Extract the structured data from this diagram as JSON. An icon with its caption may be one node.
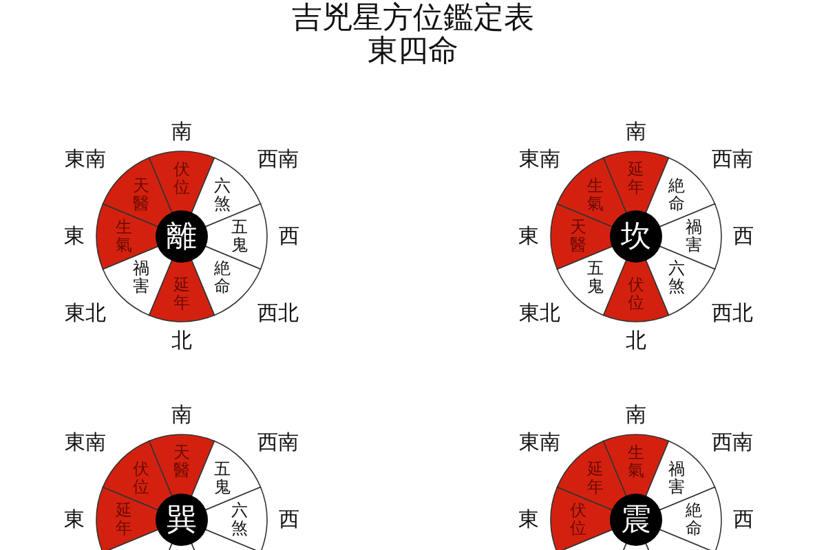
{
  "diagram": {
    "title": "吉兇星方位鑑定表",
    "nodes": [
      {
        "text": [],
        "shape": "circle"
      },
      {
        "text": [
          "伏位"
        ],
        "in": 0
      },
      {
        "text": [
          "六煞"
        ],
        "in": 0
      },
      {
        "text": [
          "五鬼"
        ],
        "in": 0
      },
      {
        "text": [
          "絶命"
        ],
        "in": 0
      },
      {
        "text": [
          "延年"
        ],
        "in": 0
      },
      {
        "text": [
          "禍害"
        ],
        "in": 0
      },
      {
        "text": [
          "生氣"
        ],
        "in": 0
      },
      {
        "text": [
          "天醫"
        ],
        "in": 0
      },
      {
        "text": [
          "離"
        ],
        "in": 0
      },
      {
        "text": [],
        "shape": "circle"
      },
      {
        "text": [
          "延年"
        ],
        "in": 10
      },
      {
        "text": [
          "絶命"
        ],
        "in": 10
      },
      {
        "text": [
          "禍害"
        ],
        "in": 10
      },
      {
        "text": [
          "六煞"
        ],
        "in": 10
      },
      {
        "text": [
          "伏位"
        ],
        "in": 10
      },
      {
        "text": [
          "五鬼"
        ],
        "in": 10
      },
      {
        "text": [
          "天醫"
        ],
        "in": 10
      },
      {
        "text": [
          "生氣"
        ],
        "in": 10
      },
      {
        "text": [
          "坎"
        ],
        "in": 10
      },
      {
        "text": [],
        "shape": "circle"
      },
      {
        "text": [
          "天醫"
        ],
        "in": 20
      },
      {
        "text": [
          "五鬼"
        ],
        "in": 20
      },
      {
        "text": [
          "六煞"
        ],
        "in": 20
      },
      {
        "text": [
          "延年"
        ],
        "in": 20
      },
      {
        "text": [
          "伏位"
        ],
        "in": 20
      },
      {
        "text": [
          "巽"
        ],
        "in": 20
      },
      {
        "text": [],
        "shape": "circle"
      },
      {
        "text": [
          "生氣"
        ],
        "in": 27
      },
      {
        "text": [
          "禍害"
        ],
        "in": 27
      },
      {
        "text": [
          "絶命"
        ],
        "in": 27
      },
      {
        "text": [
          "伏位"
        ],
        "in": 27
      },
      {
        "text": [
          "延年"
        ],
        "in": 27
      },
      {
        "text": [
          "震"
        ],
        "in": 27
      }
    ],
    "labels": [
      "東四命",
      "南",
      "東南",
      "西南",
      "東",
      "西",
      "東北",
      "西北",
      "北",
      "南",
      "東南",
      "西南",
      "東",
      "西",
      "東北",
      "西北",
      "北",
      "南",
      "東南",
      "西南",
      "東",
      "西",
      "南",
      "東南",
      "西南",
      "東",
      "西"
    ]
  }
}
